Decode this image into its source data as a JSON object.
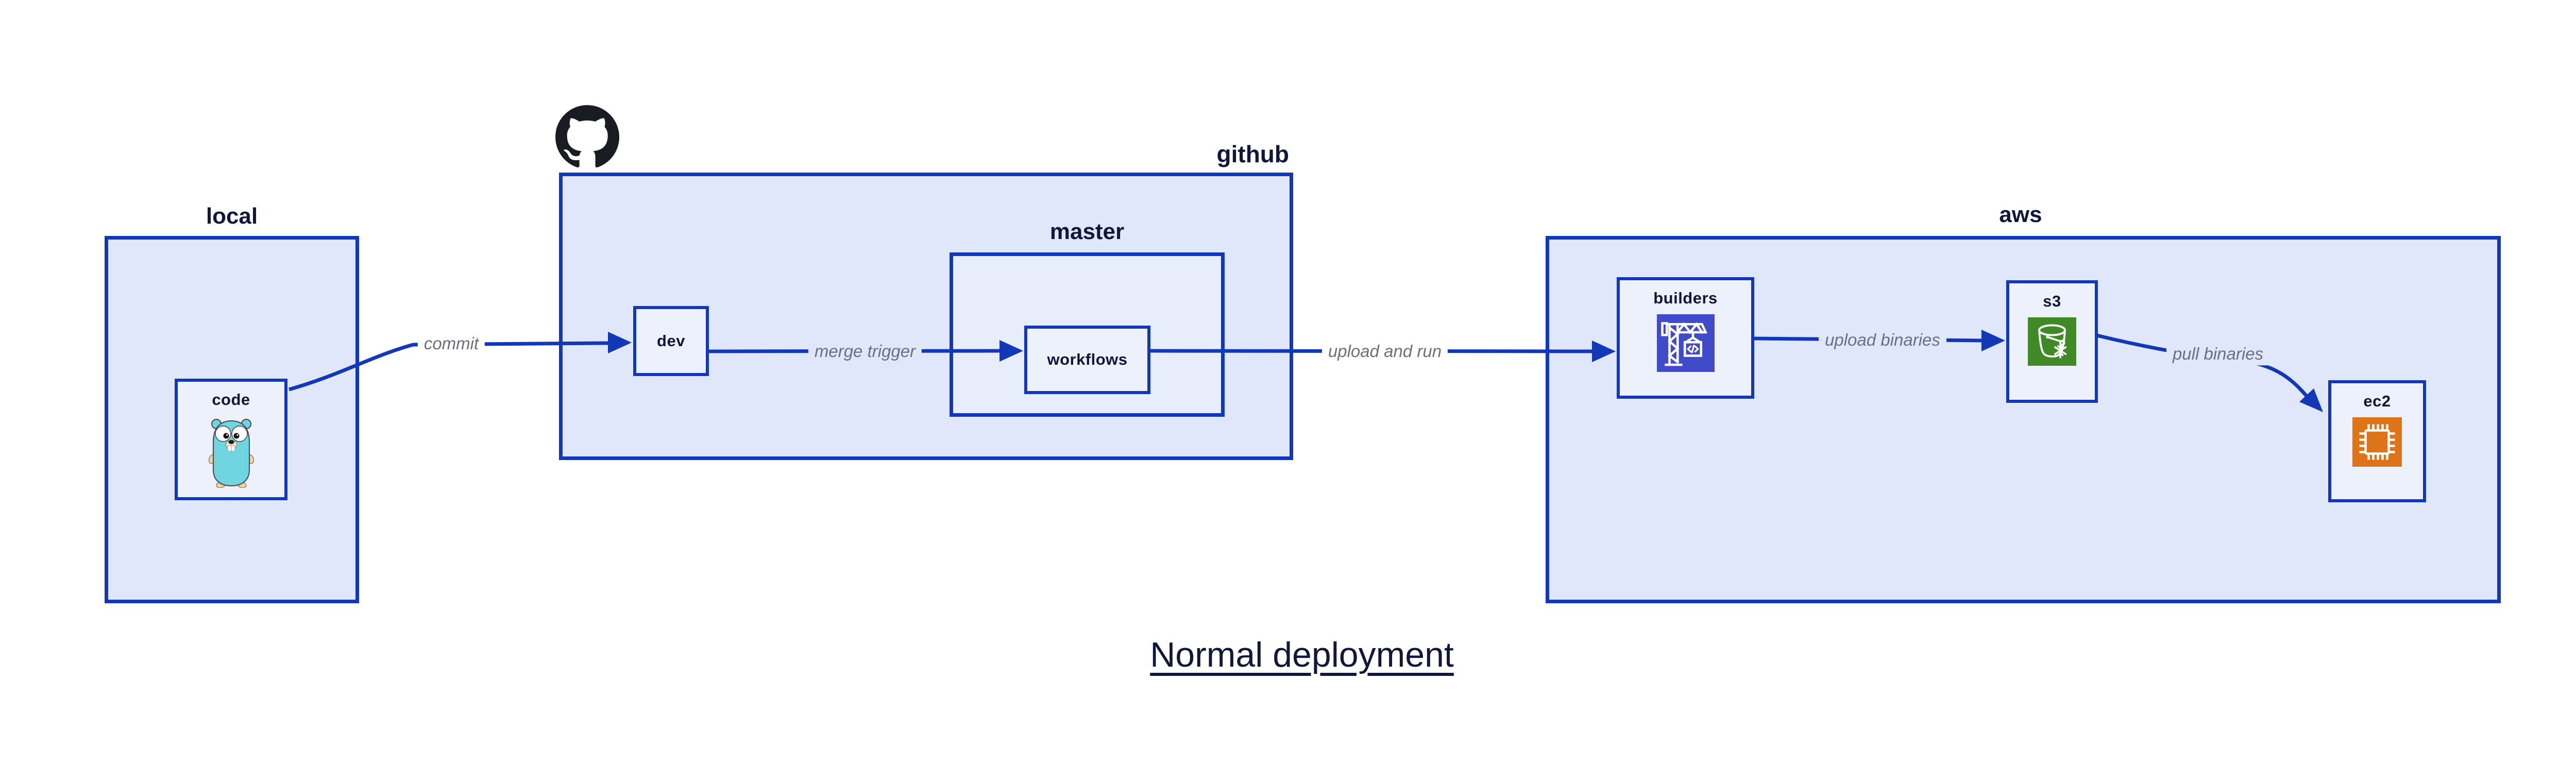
{
  "title": "Normal deployment",
  "containers": [
    {
      "id": "local",
      "label": "local"
    },
    {
      "id": "github",
      "label": "github"
    },
    {
      "id": "master",
      "label": "master"
    },
    {
      "id": "aws",
      "label": "aws"
    }
  ],
  "nodes": [
    {
      "id": "code",
      "label": "code",
      "icon": "go-gopher-icon"
    },
    {
      "id": "dev",
      "label": "dev"
    },
    {
      "id": "workflows",
      "label": "workflows"
    },
    {
      "id": "builders",
      "label": "builders",
      "icon": "construction-crane-icon"
    },
    {
      "id": "s3",
      "label": "s3",
      "icon": "bucket-snowflake-icon"
    },
    {
      "id": "ec2",
      "label": "ec2",
      "icon": "cpu-chip-icon"
    }
  ],
  "edges": [
    {
      "from": "code",
      "to": "dev",
      "label": "commit"
    },
    {
      "from": "dev",
      "to": "workflows",
      "label": "merge trigger"
    },
    {
      "from": "workflows",
      "to": "builders",
      "label": "upload and run"
    },
    {
      "from": "builders",
      "to": "s3",
      "label": "upload binaries"
    },
    {
      "from": "s3",
      "to": "ec2",
      "label": "pull binaries"
    }
  ],
  "colors": {
    "outline_blue": "#1238b8",
    "container_fill": "#e0e7fa",
    "node_fill": "#edf1fc",
    "label_navy": "#10173a",
    "edge_label_gray": "#6a7080",
    "github_logo_black": "#191d23",
    "builders_icon_bg": "#3f4bc9",
    "s3_icon_bg": "#3f8a26",
    "ec2_icon_bg": "#dd7419",
    "gopher_teal": "#6fd5e0"
  }
}
